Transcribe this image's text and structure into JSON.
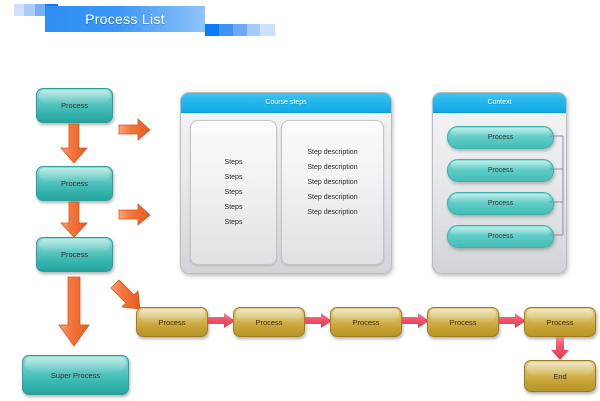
{
  "banner": {
    "title": "Process List",
    "accent_color": "#2f8ef4"
  },
  "left_flow": {
    "name": "left-process-chain",
    "nodes": [
      {
        "label": "Process"
      },
      {
        "label": "Process"
      },
      {
        "label": "Process"
      },
      {
        "label": "Super Process"
      }
    ],
    "arrow_color": "#f4753f",
    "box_color": "#3fbdb7"
  },
  "branch_arrows": {
    "right_arrow_1": "arrow-right-icon",
    "right_arrow_2": "arrow-right-icon",
    "diagonal_arrow": "arrow-down-right-icon"
  },
  "course_steps_panel": {
    "title": "Course steps",
    "header_color": "#23b6ec",
    "steps_column": [
      "Steps",
      "Steps",
      "Steps",
      "Steps",
      "Steps"
    ],
    "descriptions_column": [
      "Step description",
      "Step description",
      "Step description",
      "Step description",
      "Step description"
    ]
  },
  "context_panel": {
    "title": "Context",
    "header_color": "#23b6ec",
    "items": [
      {
        "label": "Process"
      },
      {
        "label": "Process"
      },
      {
        "label": "Process"
      },
      {
        "label": "Process"
      }
    ]
  },
  "bottom_flow": {
    "name": "bottom-process-chain",
    "arrow_color": "#f2526b",
    "box_color": "#c3a132",
    "nodes": [
      {
        "label": "Process"
      },
      {
        "label": "Process"
      },
      {
        "label": "Process"
      },
      {
        "label": "Process"
      },
      {
        "label": "Process"
      }
    ],
    "terminal": {
      "label": "End"
    }
  }
}
